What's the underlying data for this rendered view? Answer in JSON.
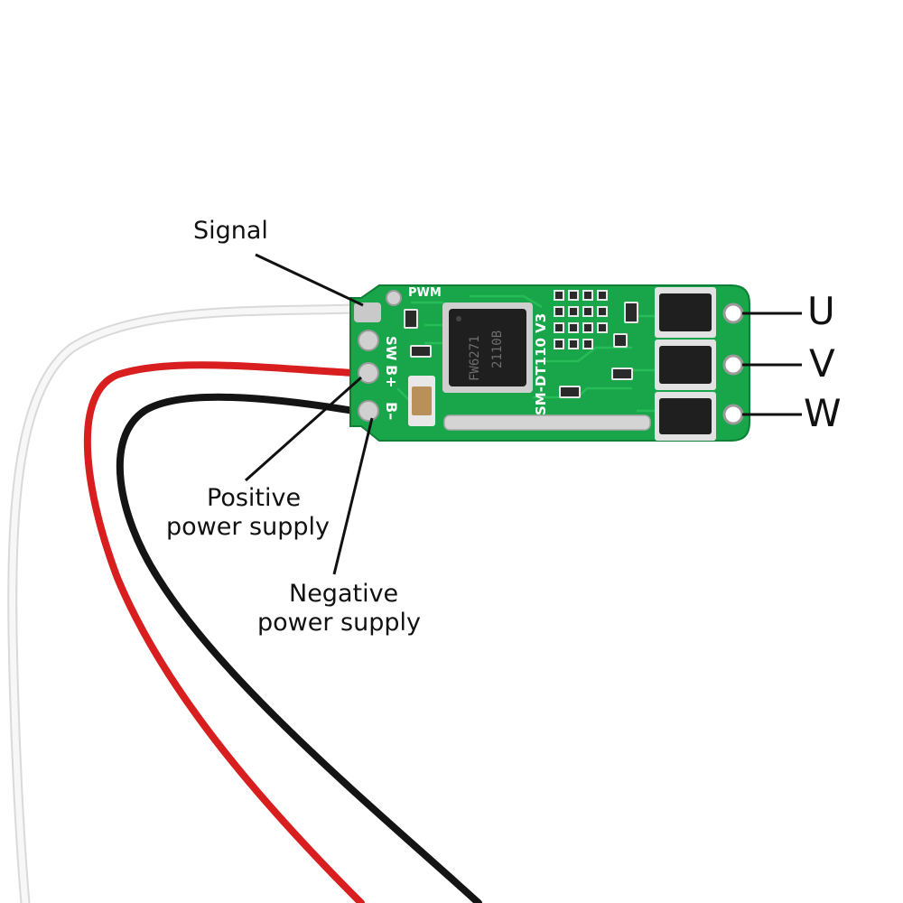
{
  "callouts": {
    "signal": "Signal",
    "positive_line1": "Positive",
    "positive_line2": "power supply",
    "negative_line1": "Negative",
    "negative_line2": "power supply"
  },
  "phases": [
    "U",
    "V",
    "W"
  ],
  "board": {
    "silkscreen": {
      "pwm": "PWM",
      "sw": "SW",
      "bplus": "B+",
      "bminus": "B–",
      "model": "SM-DT110 V3"
    },
    "chip": {
      "line1": "FW6271",
      "line2": "2110B"
    },
    "pcb_color": "#19a64a",
    "pcb_dark": "#0f8a38"
  },
  "wires": {
    "signal_color": "#f2f2f2",
    "positive_color": "#d81e1e",
    "negative_color": "#141414"
  }
}
